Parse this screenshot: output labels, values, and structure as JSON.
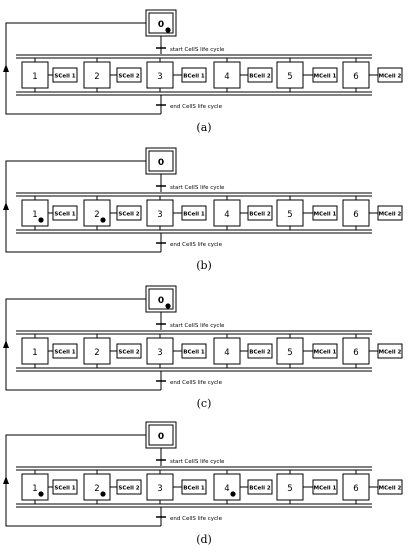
{
  "diagram": {
    "initial_step": "0",
    "start_label": "start CellS life cycle",
    "end_label": "end CellS life cycle",
    "steps": [
      {
        "label": "1",
        "action": "SCell 1"
      },
      {
        "label": "2",
        "action": "SCell 2"
      },
      {
        "label": "3",
        "action": "BCell 1"
      },
      {
        "label": "4",
        "action": "BCell 2"
      },
      {
        "label": "5",
        "action": "MCell 1"
      },
      {
        "label": "6",
        "action": "MCell 2"
      }
    ],
    "panels": [
      {
        "caption": "(a)",
        "active_tokens": [
          "0"
        ]
      },
      {
        "caption": "(b)",
        "active_tokens": [
          "1",
          "2"
        ]
      },
      {
        "caption": "(c)",
        "active_tokens": [
          "0"
        ]
      },
      {
        "caption": "(d)",
        "active_tokens": [
          "1",
          "2",
          "4"
        ]
      }
    ]
  }
}
